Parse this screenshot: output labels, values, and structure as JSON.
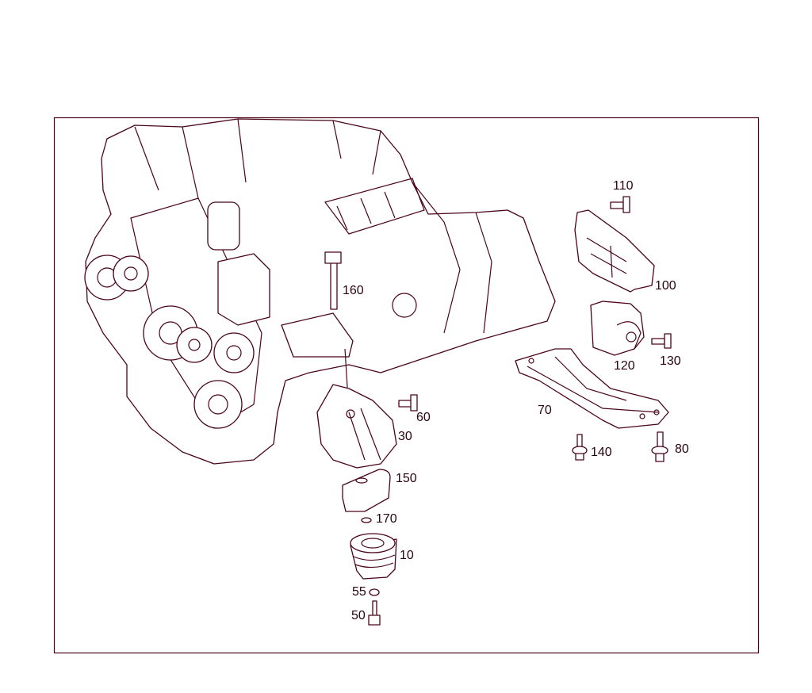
{
  "diagram": {
    "line_color": "#4a0418",
    "callouts": [
      {
        "id": "10",
        "label": "10"
      },
      {
        "id": "30",
        "label": "30"
      },
      {
        "id": "50",
        "label": "50"
      },
      {
        "id": "55",
        "label": "55"
      },
      {
        "id": "60",
        "label": "60"
      },
      {
        "id": "70",
        "label": "70"
      },
      {
        "id": "80",
        "label": "80"
      },
      {
        "id": "100",
        "label": "100"
      },
      {
        "id": "110",
        "label": "110"
      },
      {
        "id": "120",
        "label": "120"
      },
      {
        "id": "130",
        "label": "130"
      },
      {
        "id": "140",
        "label": "140"
      },
      {
        "id": "150",
        "label": "150"
      },
      {
        "id": "160",
        "label": "160"
      },
      {
        "id": "170",
        "label": "170"
      }
    ]
  }
}
